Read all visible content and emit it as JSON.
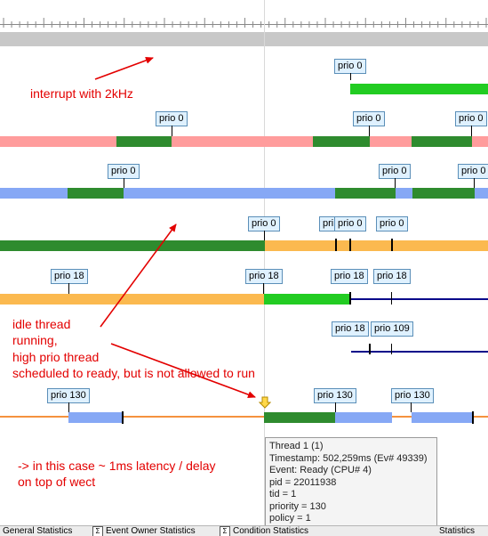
{
  "labels": {
    "prio_0": "prio 0",
    "prio_18": "prio 18",
    "prio_109": "prio 109",
    "prio_130": "prio 130",
    "prio_truncated": "pri"
  },
  "annotations": {
    "interrupt": "interrupt with 2kHz",
    "idle_line1": "idle thread",
    "idle_line2": "running,",
    "idle_line3": "high prio thread",
    "idle_line4": "scheduled to ready, but is not allowed to run",
    "latency_line1": "-> in  this case ~ 1ms latency / delay",
    "latency_line2": "on top of wect"
  },
  "tooltip": {
    "line1": "Thread 1 (1)",
    "line2": "Timestamp: 502,259ms (Ev# 49339)",
    "line3": "Event: Ready (CPU# 4)",
    "line4": "pid = 22011938",
    "line5": "tid = 1",
    "line6": "priority = 130",
    "line7": "policy = 1"
  },
  "tabs": {
    "general": "General Statistics",
    "event_owner": "Event Owner Statistics",
    "condition": "Condition Statistics",
    "right": "Statistics"
  },
  "colors": {
    "accent_red": "#e30000",
    "running_green": "#2e8b2e",
    "bright_green": "#22cc22",
    "pink": "#ff9c9c",
    "blue": "#86a8f5",
    "orange": "#fbb94f",
    "dark_orange": "#f5923e",
    "navy": "#0a0a8a"
  }
}
